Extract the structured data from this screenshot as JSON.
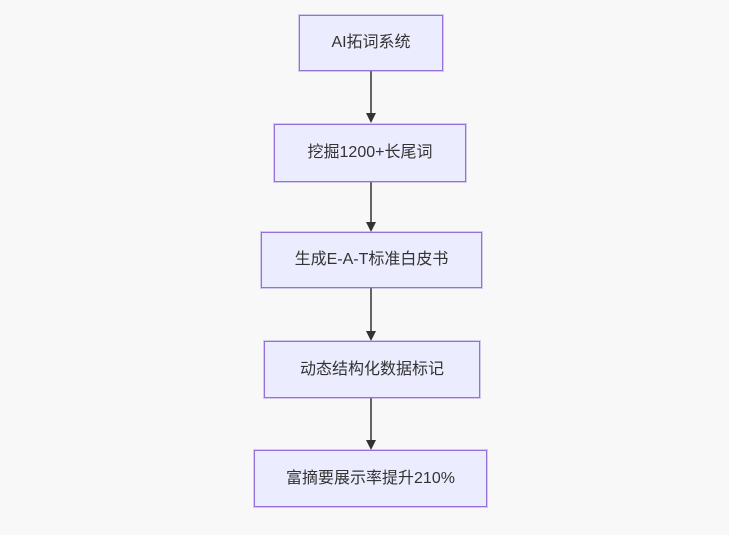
{
  "diagram": {
    "type": "flowchart",
    "direction": "top-down",
    "background_color": "#f8f8f8",
    "node_fill_color": "#ECECFF",
    "node_border_color": "#9370DB",
    "arrow_color": "#333333",
    "text_color": "#333333",
    "nodes": [
      {
        "id": "n1",
        "label": "AI拓词系统"
      },
      {
        "id": "n2",
        "label": "挖掘1200+长尾词"
      },
      {
        "id": "n3",
        "label": "生成E-A-T标准白皮书"
      },
      {
        "id": "n4",
        "label": "动态结构化数据标记"
      },
      {
        "id": "n5",
        "label": "富摘要展示率提升210%"
      }
    ],
    "edges": [
      {
        "from": "n1",
        "to": "n2",
        "label": ""
      },
      {
        "from": "n2",
        "to": "n3",
        "label": ""
      },
      {
        "from": "n3",
        "to": "n4",
        "label": ""
      },
      {
        "from": "n4",
        "to": "n5",
        "label": ""
      }
    ]
  }
}
